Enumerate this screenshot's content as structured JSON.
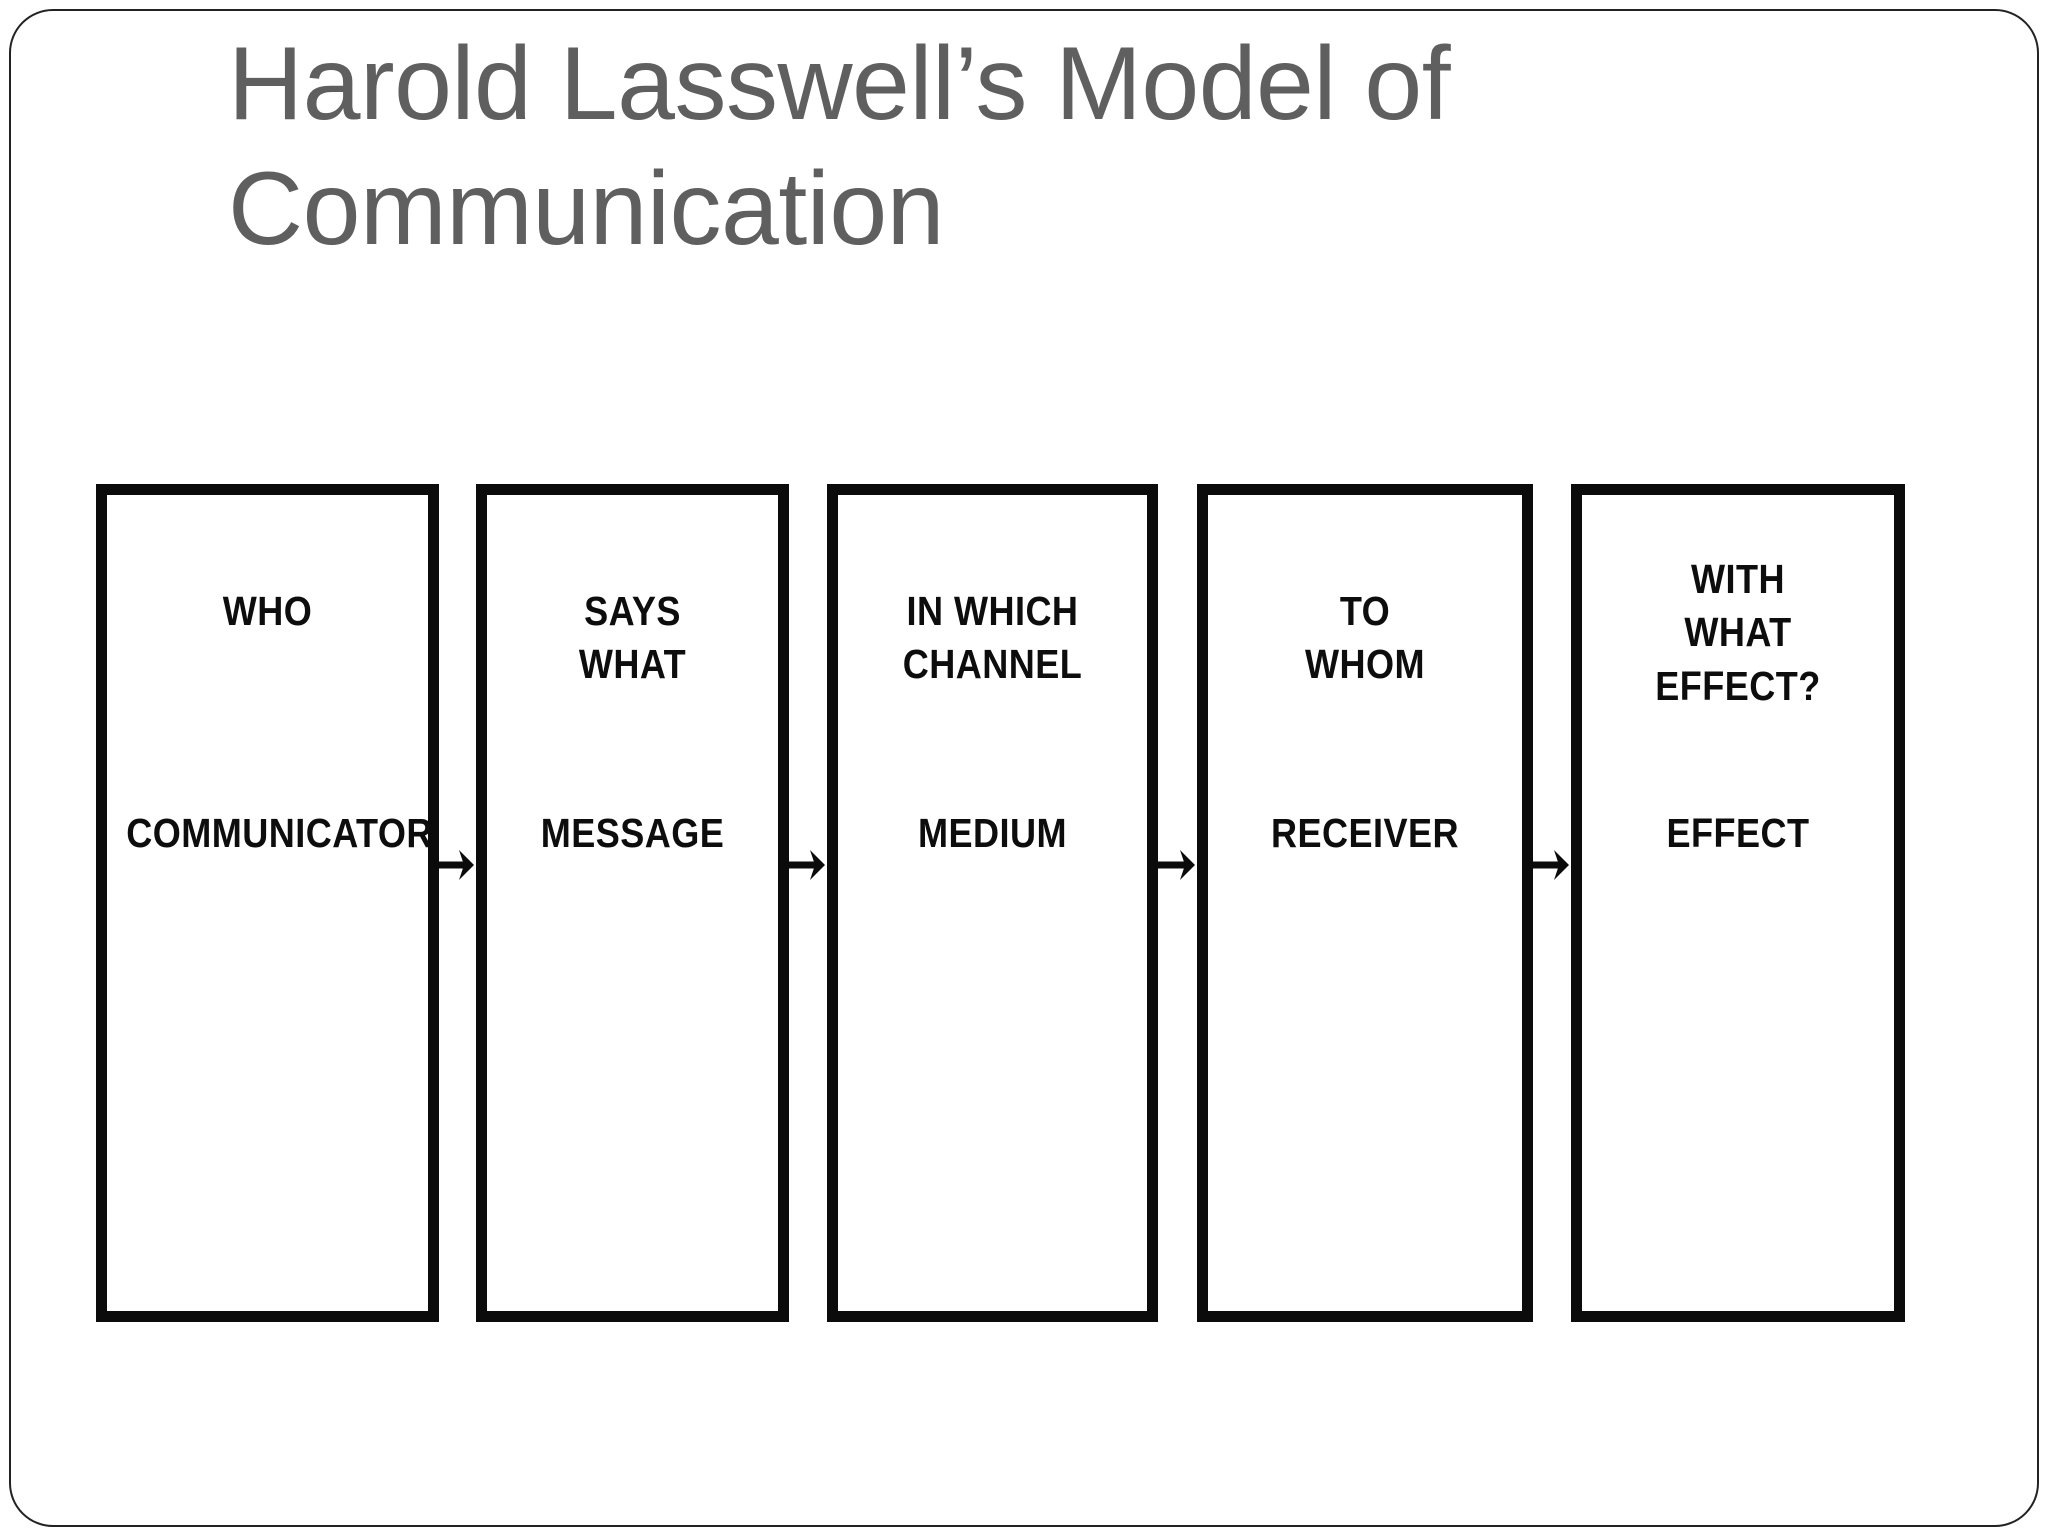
{
  "slide": {
    "title": "Harold Lasswell’s Model of\nCommunication",
    "title_color": "#5f5f5f",
    "background_color": "#ffffff",
    "frame_color": "#222222"
  },
  "diagram": {
    "type": "linear-flow",
    "box_border_color": "#0b0b0b",
    "arrow_color": "#0b0b0b",
    "arrow_icon_name": "right-arrow-icon",
    "boxes": [
      {
        "question": "WHO",
        "element": "COMMUNICATOR"
      },
      {
        "question": "SAYS\nWHAT",
        "element": "MESSAGE"
      },
      {
        "question": "IN WHICH\nCHANNEL",
        "element": "MEDIUM"
      },
      {
        "question": "TO\nWHOM",
        "element": "RECEIVER"
      },
      {
        "question": "WITH\nWHAT\nEFFECT?",
        "element": "EFFECT"
      }
    ]
  }
}
